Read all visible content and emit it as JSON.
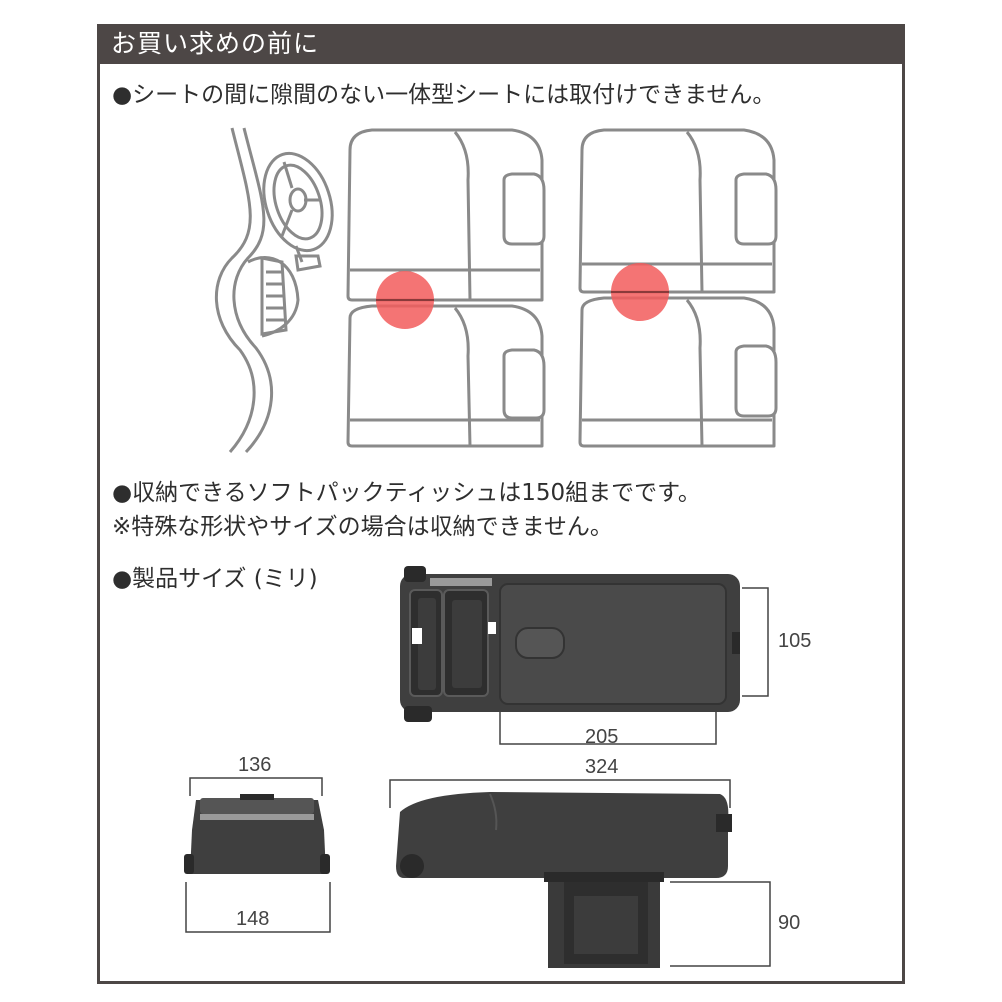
{
  "header": {
    "title": "お買い求めの前に"
  },
  "notes": {
    "seat": "●シートの間に隙間のない一体型シートには取付けできません。",
    "tissue": "●収納できるソフトパックティッシュは150組までです。",
    "tissue_sub": "※特殊な形状やサイズの場合は収納できません。",
    "size": "●製品サイズ (ミリ)"
  },
  "dimensions": {
    "depth": "105",
    "top_width": "205",
    "front_width_top": "136",
    "length": "324",
    "front_width_bottom": "148",
    "height": "90"
  },
  "colors": {
    "header_bg": "#4d4746",
    "warning_dot": "#f25c5c",
    "product_dark": "#3f3f3f",
    "outline_gray": "#8a8a8a"
  }
}
